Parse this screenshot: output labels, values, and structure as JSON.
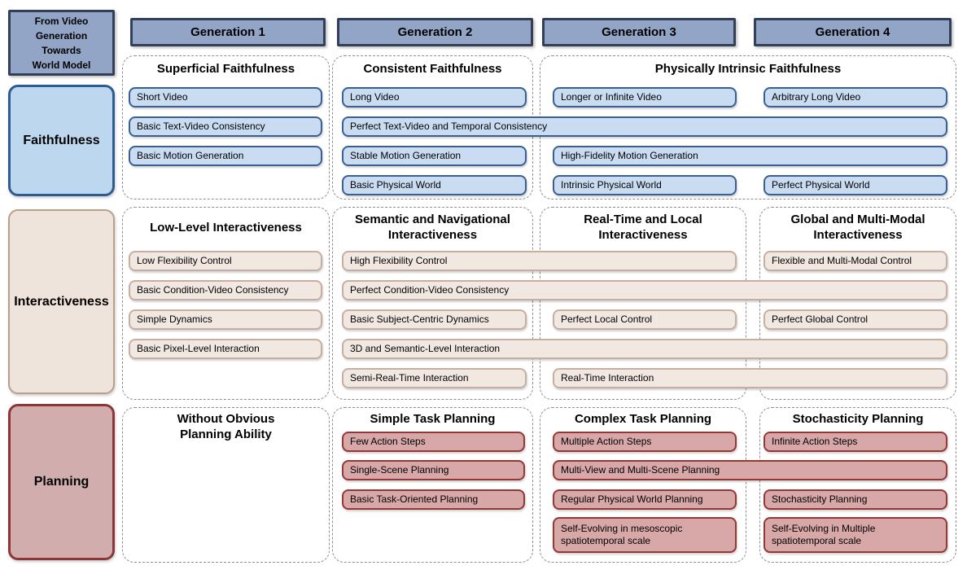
{
  "palette": {
    "header-fill": "#92a5c6",
    "header-border": "#333e58",
    "blue-fill": "#c9dcf2",
    "blue-border": "#3a5f92",
    "blue-label-fill": "#bdd7ee",
    "blue-label-border": "#2e5b94",
    "tan-fill": "#f2e8e2",
    "tan-border": "#c6afa1",
    "tan-label-fill": "#efe4dc",
    "tan-label-border": "#ba9f8d",
    "rose-fill": "#d8a7a7",
    "rose-border": "#953735",
    "rose-label-fill": "#d2adad",
    "rose-label-border": "#8c3737",
    "panel-dash": "#8f8f8f"
  },
  "corner_title": "From Video\nGeneration\nTowards\nWorld Model",
  "generations": [
    "Generation 1",
    "Generation 2",
    "Generation 3",
    "Generation 4"
  ],
  "rows": {
    "faithfulness": {
      "label": "Faithfulness",
      "titles": {
        "gen1": "Superficial Faithfulness",
        "gen2": "Consistent Faithfulness",
        "gen34": "Physically Intrinsic Faithfulness"
      },
      "items": {
        "short_video": "Short Video",
        "basic_text_video": "Basic Text-Video Consistency",
        "basic_motion": "Basic Motion Generation",
        "long_video": "Long Video",
        "perfect_text_video": "Perfect Text-Video and Temporal Consistency",
        "stable_motion": "Stable Motion Generation",
        "basic_physical": "Basic Physical World",
        "longer_infinite": "Longer or Infinite Video",
        "high_fidelity": "High-Fidelity Motion Generation",
        "intrinsic_physical": "Intrinsic Physical World",
        "arbitrary_long": "Arbitrary Long Video",
        "perfect_physical": "Perfect Physical World"
      }
    },
    "interactiveness": {
      "label": "Interactiveness",
      "titles": {
        "gen1": "Low-Level Interactiveness",
        "gen2": "Semantic and Navigational\nInteractiveness",
        "gen3": "Real-Time and Local\nInteractiveness",
        "gen4": "Global and Multi-Modal\nInteractiveness"
      },
      "items": {
        "low_flex": "Low Flexibility Control",
        "basic_cond_video": "Basic Condition-Video Consistency",
        "simple_dynamics": "Simple Dynamics",
        "basic_pixel": "Basic Pixel-Level Interaction",
        "high_flex": "High Flexibility Control",
        "perfect_cond_video": "Perfect Condition-Video Consistency",
        "basic_subject": "Basic Subject-Centric Dynamics",
        "three_d_semantic": "3D and Semantic-Level Interaction",
        "semi_real_time": "Semi-Real-Time Interaction",
        "perfect_local": "Perfect Local Control",
        "real_time": "Real-Time Interaction",
        "flexible_mm": "Flexible and Multi-Modal Control",
        "perfect_global": "Perfect Global Control"
      }
    },
    "planning": {
      "label": "Planning",
      "titles": {
        "gen1": "Without Obvious\nPlanning Ability",
        "gen2": "Simple Task Planning",
        "gen3": "Complex Task Planning",
        "gen4": "Stochasticity Planning"
      },
      "items": {
        "few_steps": "Few Action Steps",
        "single_scene": "Single-Scene Planning",
        "basic_task": "Basic Task-Oriented Planning",
        "multiple_steps": "Multiple Action Steps",
        "multi_view_scene": "Multi-View and Multi-Scene Planning",
        "regular_physical": "Regular Physical World Planning",
        "self_evolving_meso": "Self-Evolving in mesoscopic spatiotemporal scale",
        "infinite_steps": "Infinite Action Steps",
        "stochasticity": "Stochasticity Planning",
        "self_evolving_multi": "Self-Evolving in Multiple spatiotemporal scale"
      }
    }
  }
}
